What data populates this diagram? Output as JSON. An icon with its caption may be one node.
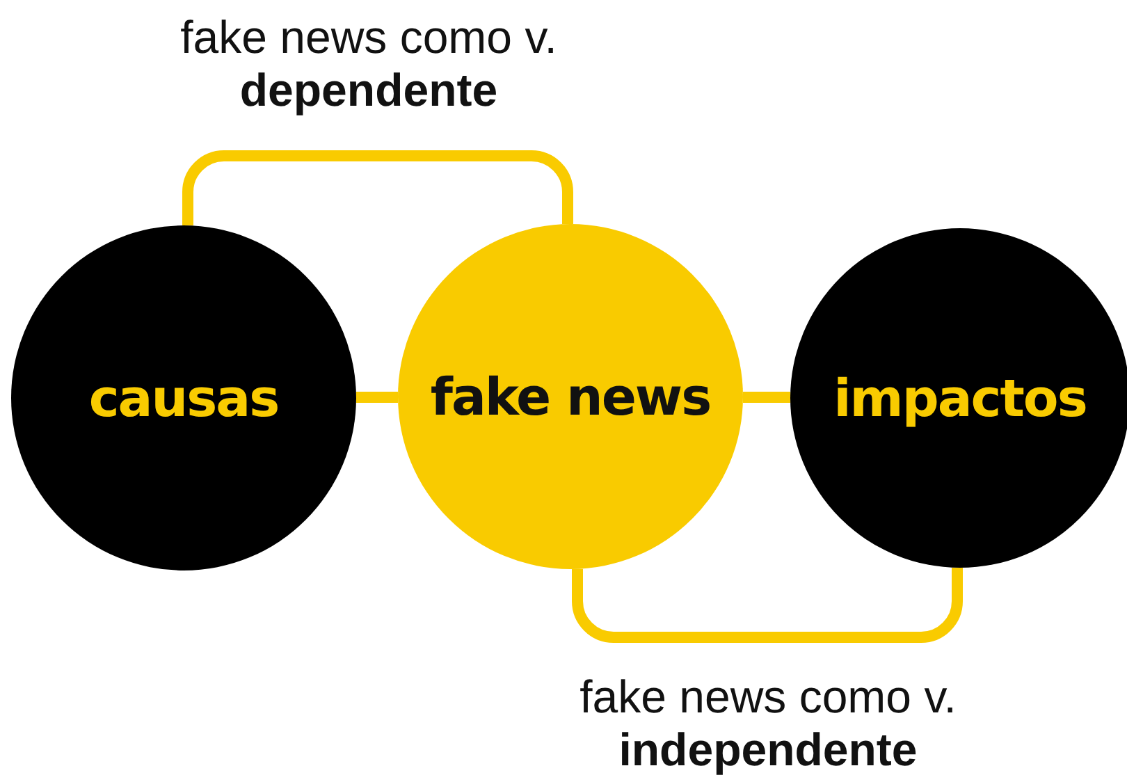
{
  "diagram": {
    "nodes": [
      {
        "text": [
          "causas"
        ]
      },
      {
        "text": [
          "fake news"
        ]
      },
      {
        "text": [
          "impactos"
        ]
      }
    ],
    "edges": [
      {
        "from": 0,
        "to": 1,
        "arrow": "none"
      },
      {
        "from": 1,
        "to": 2,
        "arrow": "none"
      },
      {
        "from": 0,
        "to": 1,
        "arrow": "none",
        "label": "fake news como v. **dependente**"
      },
      {
        "from": 1,
        "to": 2,
        "arrow": "none",
        "label": "fake news como v. **independente**"
      }
    ]
  }
}
